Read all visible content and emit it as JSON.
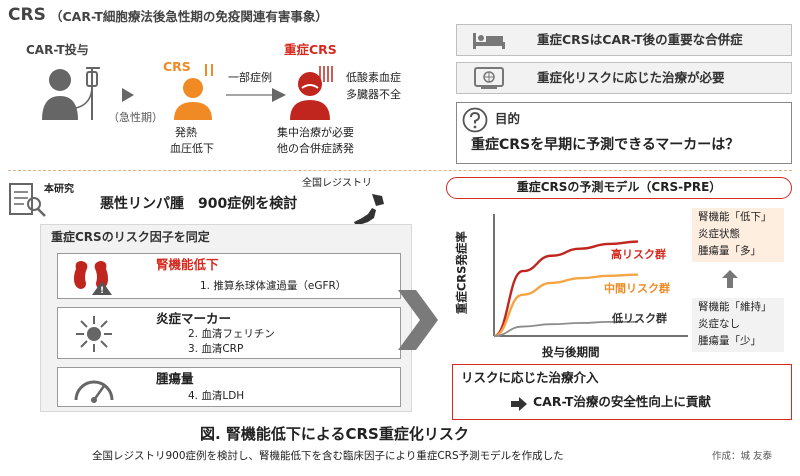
{
  "header": {
    "title": "CRS",
    "subtitle": "（CAR-T細胞療法後急性期の免疫関連有害事象）"
  },
  "flow": {
    "step1_label": "CAR-T投与",
    "phase_label": "（急性期）",
    "step2_label": "CRS",
    "step2_desc1": "発熱",
    "step2_desc2": "血圧低下",
    "arrow_label": "一部症例",
    "step3_label": "重症CRS",
    "step3_side1": "低酸素血症",
    "step3_side2": "多臓器不全",
    "step3_desc1": "集中治療が必要",
    "step3_desc2": "他の合併症誘発"
  },
  "right_top": {
    "box1": "重症CRSはCAR-T後の重要な合併症",
    "box2": "重症化リスクに応じた治療が必要",
    "purpose_label": "目的",
    "purpose_text": "重症CRSを早期に予測できるマーカーは？"
  },
  "study": {
    "tag": "本研究",
    "registry_label": "全国レジストリ",
    "main_text": "悪性リンパ腫　900症例を検討",
    "risk_heading": "重症CRSのリスク因子を同定",
    "factors": [
      {
        "title": "腎機能低下",
        "detail1": "1. 推算糸球体濾過量（eGFR）",
        "detail2": ""
      },
      {
        "title": "炎症マーカー",
        "detail1": "2. 血清フェリチン",
        "detail2": "3. 血清CRP"
      },
      {
        "title": "腫瘍量",
        "detail1": "4. 血清LDH",
        "detail2": ""
      }
    ]
  },
  "model": {
    "title": "重症CRSの予測モデル（CRS-PRE）",
    "ylabel": "重症CRS発症率",
    "xlabel": "投与後期間",
    "high_label": "高リスク群",
    "mid_label": "中間リスク群",
    "low_label": "低リスク群",
    "high_note1": "腎機能「低下」",
    "high_note2": "炎症状態",
    "high_note3": "腫瘍量「多」",
    "low_note1": "腎機能「維持」",
    "low_note2": "炎症なし",
    "low_note3": "腫瘍量「少」"
  },
  "chart_data": {
    "type": "line",
    "title": "",
    "xlabel": "投与後期間",
    "ylabel": "重症CRS発症率",
    "series": [
      {
        "name": "高リスク群",
        "color": "#c0261e",
        "x": [
          0,
          0.2,
          0.4,
          0.6,
          0.8,
          1.0
        ],
        "y": [
          0,
          0.55,
          0.68,
          0.74,
          0.78,
          0.8
        ]
      },
      {
        "name": "中間リスク群",
        "color": "#f5a544",
        "x": [
          0,
          0.2,
          0.4,
          0.6,
          0.8,
          1.0
        ],
        "y": [
          0,
          0.35,
          0.45,
          0.49,
          0.51,
          0.52
        ]
      },
      {
        "name": "低リスク群",
        "color": "#8c8c8c",
        "x": [
          0,
          0.2,
          0.4,
          0.6,
          0.8,
          1.0
        ],
        "y": [
          0,
          0.08,
          0.1,
          0.11,
          0.12,
          0.12
        ]
      }
    ],
    "grid": false,
    "legend": "inline"
  },
  "treatment": {
    "title": "リスクに応じた治療介入",
    "text": "CAR-T治療の安全性向上に貢献"
  },
  "figure": {
    "title": "図. 腎機能低下によるCRS重症化リスク",
    "caption": "全国レジストリ900症例を検討し、腎機能低下を含む臨床因子により重症CRS予測モデルを作成した",
    "author": "作成：城 友泰"
  },
  "colors": {
    "accent_red": "#d42a20",
    "accent_orange": "#f08a24",
    "panel_gray": "#f2f2f2"
  }
}
